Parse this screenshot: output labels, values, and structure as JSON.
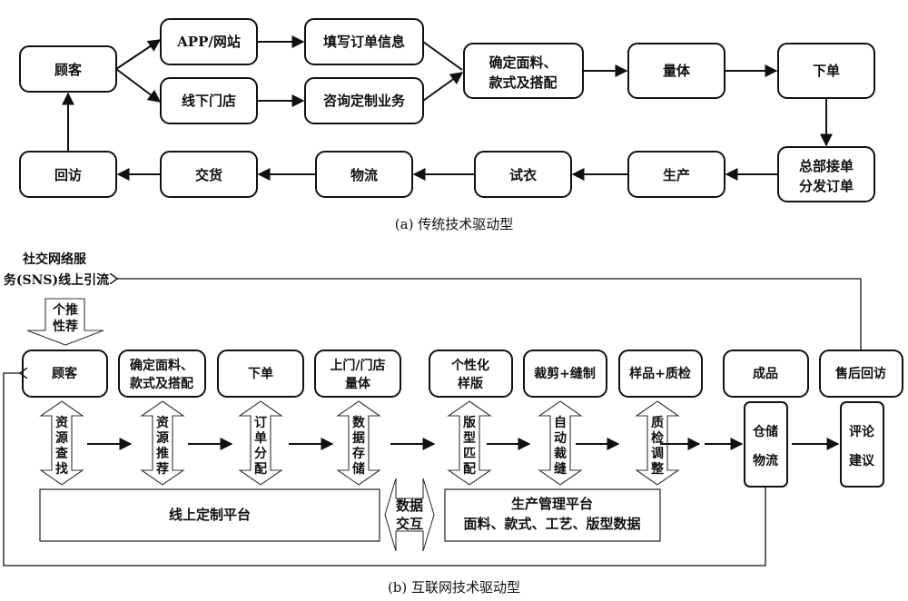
{
  "diagram_a": {
    "caption": "(a)  传统技术驱动型",
    "nodes": {
      "customer": "顾客",
      "app_web": "APP/网站",
      "offline_store": "线下门店",
      "fill_order": "填写订单信息",
      "consult": "咨询定制业务",
      "confirm_line1": "确定面料、",
      "confirm_line2": "款式及搭配",
      "measure": "量体",
      "place_order": "下单",
      "hq_line1": "总部接单",
      "hq_line2": "分发订单",
      "produce": "生产",
      "fitting": "试衣",
      "logistics": "物流",
      "delivery": "交货",
      "revisit": "回访"
    }
  },
  "diagram_b": {
    "caption": "(b)  互联网技术驱动型",
    "sns_line1": "社交网络服",
    "sns_line2": "务(SNS)线上引流",
    "recommend_line1": "个推",
    "recommend_line2": "性荐",
    "nodes": {
      "customer": "顾客",
      "confirm_line1": "确定面料、",
      "confirm_line2": "款式及搭配",
      "place_order": "下单",
      "measure_line1": "上门/门店",
      "measure_line2": "量体",
      "pattern_line1": "个性化",
      "pattern_line2": "样版",
      "cut_sew": "裁剪+缝制",
      "sample_qc": "样品+质检",
      "finished": "成品",
      "aftersale": "售后回访",
      "warehouse_line1": "仓储",
      "warehouse_line2": "物流",
      "review_line1": "评论",
      "review_line2": "建议"
    },
    "vertical_labels": [
      [
        "资",
        "源",
        "查",
        "找"
      ],
      [
        "资",
        "源",
        "推",
        "荐"
      ],
      [
        "订",
        "单",
        "分",
        "配"
      ],
      [
        "数",
        "据",
        "存",
        "储"
      ],
      [
        "版",
        "型",
        "匹",
        "配"
      ],
      [
        "自",
        "动",
        "裁",
        "缝"
      ],
      [
        "质",
        "检",
        "调",
        "整"
      ]
    ],
    "online_platform": "线上定制平台",
    "data_exchange_line1": "数据",
    "data_exchange_line2": "交互",
    "production_platform_line1": "生产管理平台",
    "production_platform_line2": "面料、款式、工艺、版型数据"
  }
}
